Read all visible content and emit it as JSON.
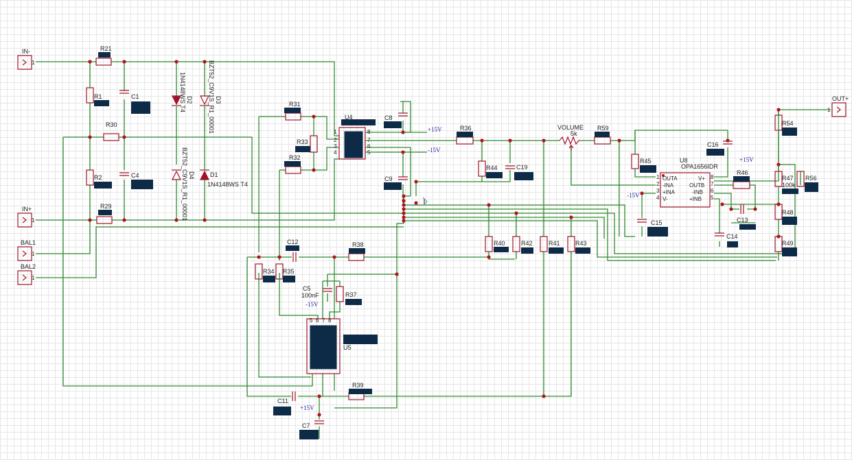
{
  "ports": {
    "in_minus": "IN-",
    "in_plus": "IN+",
    "bal1": "BAL1",
    "bal2": "BAL2",
    "out_plus": "OUT+",
    "pin_number": "1"
  },
  "resistors": {
    "r1": "R1",
    "r2": "R2",
    "r21": "R21",
    "r29": "R29",
    "r30": "R30",
    "r31": "R31",
    "r32": "R32",
    "r33": "R33",
    "r34": "R34",
    "r35": "R35",
    "r36": "R36",
    "r37": "R37",
    "r38": "R38",
    "r39": "R39",
    "r40": "R40",
    "r41": "R41",
    "r42": "R42",
    "r43": "R43",
    "r44": "R44",
    "r45": "R45",
    "r46": "R46",
    "r47": "R47",
    "r48": "R48",
    "r49": "R49",
    "r54": "R54",
    "r56": "R56",
    "r59": "R59"
  },
  "capacitors": {
    "c1": "C1",
    "c4": "C4",
    "c5": "C5",
    "c7": "C7",
    "c8": "C8",
    "c9": "C9",
    "c11": "C11",
    "c12": "C12",
    "c13": "C13",
    "c14": "C14",
    "c15": "C15",
    "c16": "C16",
    "c19": "C19"
  },
  "values": {
    "c5_value": "100nF",
    "volume_value": "5k",
    "r47_value_partial": "100k"
  },
  "diodes": {
    "d1": "D1",
    "d1_part": "1N4148WS T4",
    "d2": "D2",
    "d2_part": "1N4148WS T4",
    "d3": "D3",
    "d3_part": "BZT52_C9V1S_R1_00001",
    "d4": "D4",
    "d4_part": "BZT52_C9V1S_R1_00001"
  },
  "ics": {
    "u4": "U4",
    "u5": "U5",
    "u8": "U8",
    "u8_part": "OPA1656IDR",
    "u8_pins": [
      "OUTA",
      "-INA",
      "+INA",
      "V-",
      "V+",
      "OUTB",
      "-INB",
      "+INB"
    ]
  },
  "potentiometer": {
    "name": "VOLUME"
  },
  "power": {
    "pos15": "+15V",
    "neg15": "-15V"
  },
  "colors": {
    "wire": "#2e8b2e",
    "component": "#a0142a",
    "junction": "#b0141e",
    "redacted_block": "#0d2a47",
    "power_label": "#2020a0",
    "grid": "#e6e6e6"
  }
}
